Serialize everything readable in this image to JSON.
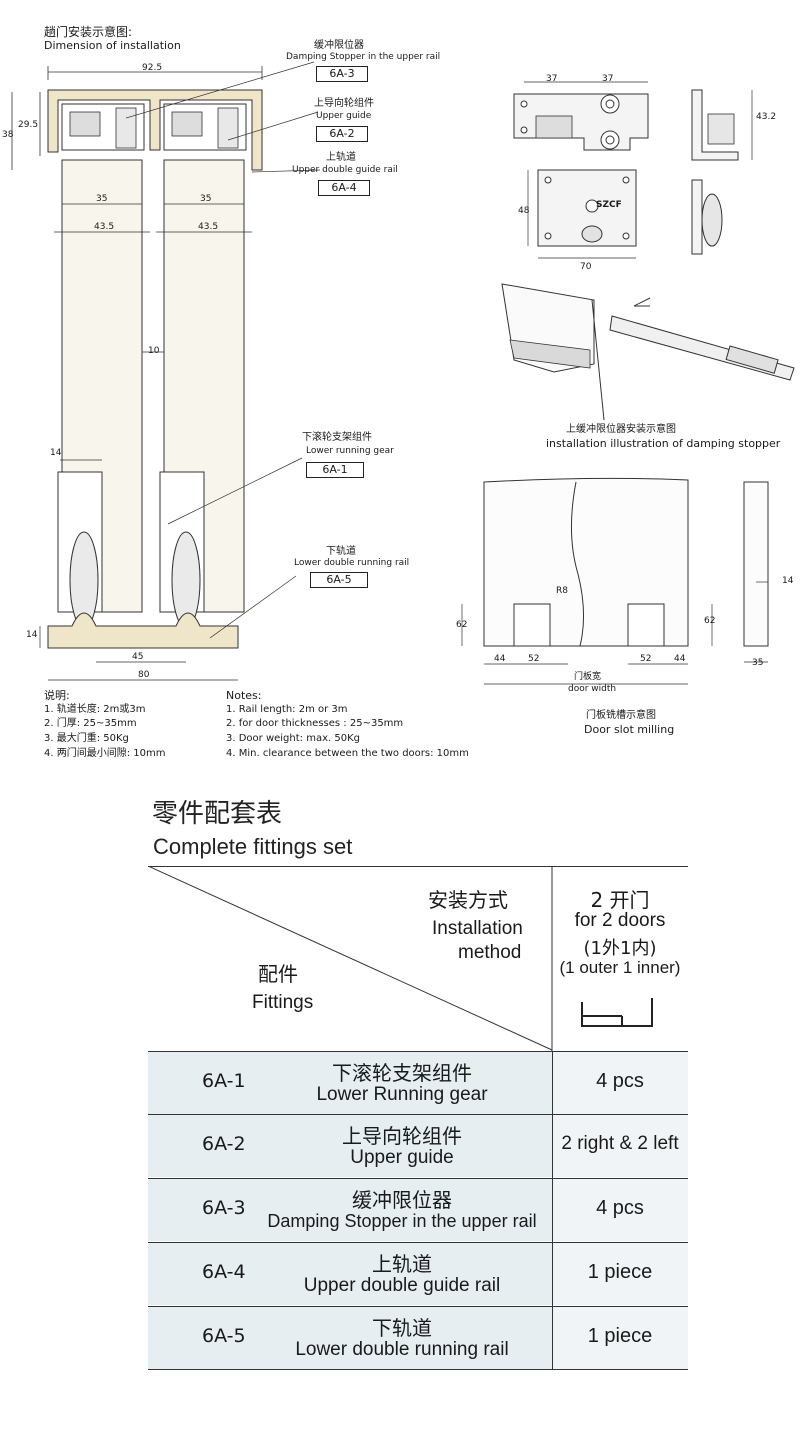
{
  "install": {
    "title_cn": "趟门安装示意图:",
    "title_en": "Dimension of installation",
    "dims": {
      "d925": "92.5",
      "d38": "38",
      "d295": "29.5",
      "d35a": "35",
      "d35b": "35",
      "d435a": "43.5",
      "d435b": "43.5",
      "d10": "10",
      "d14a": "14",
      "d14b": "14",
      "d45": "45",
      "d80": "80"
    },
    "callouts": {
      "c3_cn": "缓冲限位器",
      "c3_en": "Damping Stopper in the upper rail",
      "c3_code": "6A-3",
      "c2_cn": "上导向轮组件",
      "c2_en": "Upper guide",
      "c2_code": "6A-2",
      "c4_cn": "上轨道",
      "c4_en": "Upper double guide rail",
      "c4_code": "6A-4",
      "c1_cn": "下滚轮支架组件",
      "c1_en": "Lower running gear",
      "c1_code": "6A-1",
      "c5_cn": "下轨道",
      "c5_en": "Lower double running rail",
      "c5_code": "6A-5"
    },
    "notes_cn": {
      "heading": "说明:",
      "n1": "1. 轨道长度: 2m或3m",
      "n2": "2. 门厚: 25~35mm",
      "n3": "3. 最大门重: 50Kg",
      "n4": "4. 两门间最小间隙: 10mm"
    },
    "notes_en": {
      "heading": "Notes:",
      "n1": "1. Rail length: 2m or 3m",
      "n2": "2. for door thicknesses : 25~35mm",
      "n3": "3. Door weight: max. 50Kg",
      "n4": "4. Min. clearance between the two doors: 10mm"
    }
  },
  "bracket": {
    "d37a": "37",
    "d37b": "37",
    "d432": "43.2",
    "d48": "48",
    "d70": "70",
    "brand": "SZCF"
  },
  "stopper_install": {
    "caption_cn": "上缓冲限位器安装示意图",
    "caption_en": "installation illustration of damping stopper"
  },
  "slot": {
    "r8": "R8",
    "d62a": "62",
    "d62b": "62",
    "d44a": "44",
    "d52a": "52",
    "d52b": "52",
    "d44b": "44",
    "d14": "14",
    "d35": "35",
    "width_cn": "门板宽",
    "width_en": "door width",
    "caption_cn": "门板铣槽示意图",
    "caption_en": "Door slot milling"
  },
  "fittings": {
    "title_cn": "零件配套表",
    "title_en": "Complete fittings set",
    "hdr_method_cn": "安装方式",
    "hdr_method_en1": "Installation",
    "hdr_method_en2": "method",
    "hdr_fit_cn": "配件",
    "hdr_fit_en": "Fittings",
    "hdr_col_l1": "2 开门",
    "hdr_col_l2": "for 2 doors",
    "hdr_col_l3": "(1外1内)",
    "hdr_col_l4": "(1 outer 1 inner)",
    "rows": [
      {
        "code": "6A-1",
        "cn": "下滚轮支架组件",
        "en": "Lower Running gear",
        "qty": "4 pcs"
      },
      {
        "code": "6A-2",
        "cn": "上导向轮组件",
        "en": "Upper guide",
        "qty": "2 right & 2 left"
      },
      {
        "code": "6A-3",
        "cn": "缓冲限位器",
        "en": "Damping Stopper in the upper rail",
        "qty": "4 pcs"
      },
      {
        "code": "6A-4",
        "cn": "上轨道",
        "en": "Upper double guide rail",
        "qty": "1 piece"
      },
      {
        "code": "6A-5",
        "cn": "下轨道",
        "en": "Lower double running rail",
        "qty": "1 piece"
      }
    ]
  }
}
